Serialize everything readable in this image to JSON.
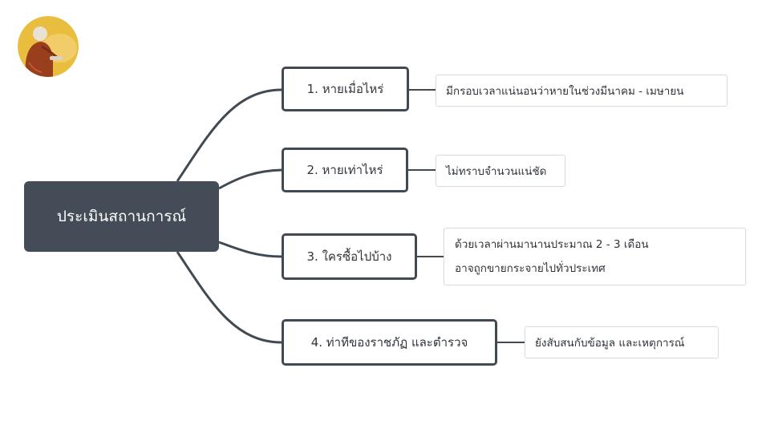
{
  "mindmap": {
    "root": "ประเมินสถานการณ์",
    "branches": [
      {
        "title": "1. หายเมื่อไหร่",
        "details": [
          "มีกรอบเวลาแน่นอนว่าหายในช่วงมีนาคม - เมษายน"
        ]
      },
      {
        "title": "2. หายเท่าไหร่",
        "details": [
          "ไม่ทราบจำนวนแน่ชัด"
        ]
      },
      {
        "title": "3. ใครซื้อไปบ้าง",
        "details": [
          "ด้วยเวลาผ่านมานานประมาณ 2 - 3 เดือน",
          "อาจถูกขายกระจายไปทั่วประเทศ"
        ]
      },
      {
        "title": "4. ท่าทีของราชภัฏ และตำรวจ",
        "details": [
          "ยังสับสนกับข้อมูล และเหตุการณ์"
        ]
      }
    ]
  },
  "colors": {
    "root_fill": "#444d57",
    "topic_border": "#414a53",
    "connector": "#414a53",
    "logo_background": "#e9be3e",
    "logo_robe": "#9a3f1e"
  },
  "icons": {
    "logo": "monk-avatar-icon"
  }
}
